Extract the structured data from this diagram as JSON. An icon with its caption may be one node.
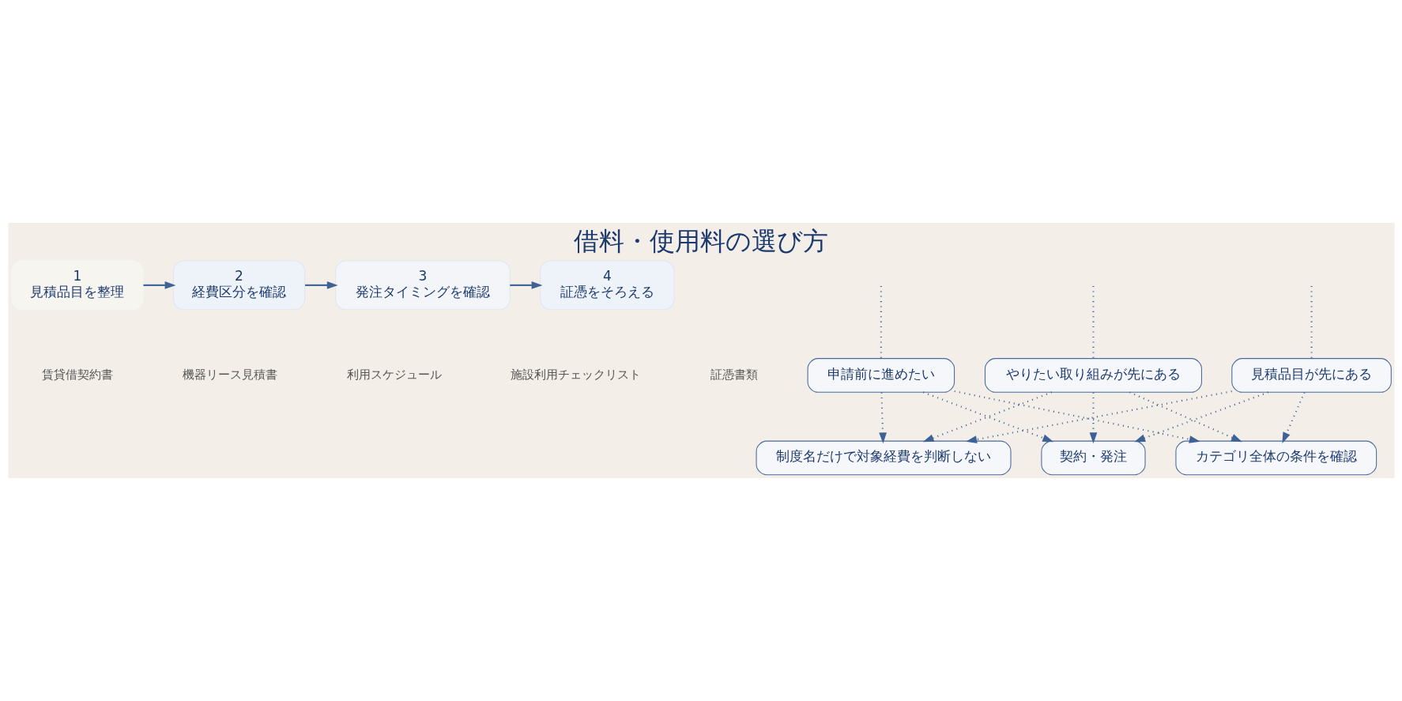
{
  "diagram": {
    "title": "借料・使用料の選び方",
    "nodes": [
      {
        "text": [
          "1",
          "見積品目を整理"
        ]
      },
      {
        "text": [
          "2",
          "経費区分を確認"
        ]
      },
      {
        "text": [
          "3",
          "発注タイミングを確認"
        ]
      },
      {
        "text": [
          "4",
          "証憑をそろえる"
        ]
      },
      {
        "text": [
          "見積品目が先にある"
        ]
      },
      {
        "text": [
          "やりたい取り組みが先にある"
        ]
      },
      {
        "text": [
          "申請前に進めたい"
        ]
      },
      {
        "text": [
          "制度名だけで対象経費を判断しない"
        ]
      },
      {
        "text": [
          "契約・発注"
        ]
      },
      {
        "text": [
          "カテゴリ全体の条件を確認"
        ]
      }
    ],
    "edges": [
      {
        "from": 0,
        "to": 1,
        "arrow": "to"
      },
      {
        "from": 1,
        "to": 2,
        "arrow": "to"
      },
      {
        "from": 2,
        "to": 3,
        "arrow": "to"
      },
      {
        "from": null,
        "to": 4,
        "arrow": "none",
        "style": "dashed"
      },
      {
        "from": null,
        "to": 5,
        "arrow": "none",
        "style": "dashed"
      },
      {
        "from": null,
        "to": 6,
        "arrow": "none",
        "style": "dashed"
      },
      {
        "from": 4,
        "to": 7,
        "arrow": "to",
        "style": "dashed"
      },
      {
        "from": 4,
        "to": 8,
        "arrow": "to",
        "style": "dashed"
      },
      {
        "from": 4,
        "to": 9,
        "arrow": "to",
        "style": "dashed"
      },
      {
        "from": 5,
        "to": 7,
        "arrow": "to",
        "style": "dashed"
      },
      {
        "from": 5,
        "to": 8,
        "arrow": "to",
        "style": "dashed"
      },
      {
        "from": 5,
        "to": 9,
        "arrow": "to",
        "style": "dashed"
      },
      {
        "from": 6,
        "to": 7,
        "arrow": "to",
        "style": "dashed"
      },
      {
        "from": 6,
        "to": 8,
        "arrow": "to",
        "style": "dashed"
      },
      {
        "from": 6,
        "to": 9,
        "arrow": "to",
        "style": "dashed"
      }
    ],
    "labels": [
      "賃貸借契約書",
      "機器リース見積書",
      "利用スケジュール",
      "施設利用チェックリスト",
      "証憑書類"
    ]
  }
}
